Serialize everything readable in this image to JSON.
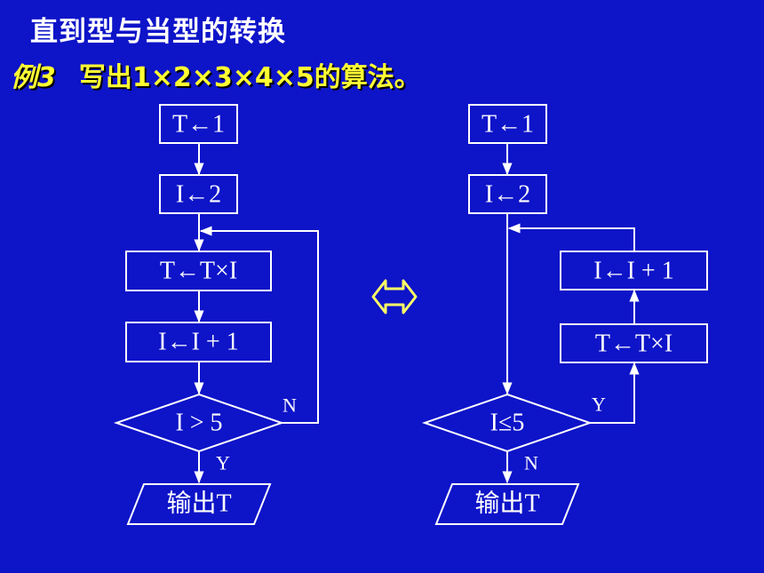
{
  "title": "直到型与当型的转换",
  "example": {
    "label": "例3",
    "text": "写出1×2×3×4×5的算法。"
  },
  "left_flow": {
    "init_t": "T←1",
    "init_i": "I←2",
    "multiply": "T←T×I",
    "increment": "I←I + 1",
    "condition": "I > 5",
    "yes_label": "Y",
    "no_label": "N",
    "output": "输出T"
  },
  "right_flow": {
    "init_t": "T←1",
    "init_i": "I←2",
    "increment": "I←I + 1",
    "multiply": "T←T×I",
    "condition": "I≤5",
    "yes_label": "Y",
    "no_label": "N",
    "output": "输出T"
  },
  "colors": {
    "background": "#0e14c8",
    "title": "#ffffff",
    "subtitle": "#ffff33",
    "equivalence_arrow": "#ffff66"
  },
  "icons": [
    "double-arrow-icon"
  ]
}
